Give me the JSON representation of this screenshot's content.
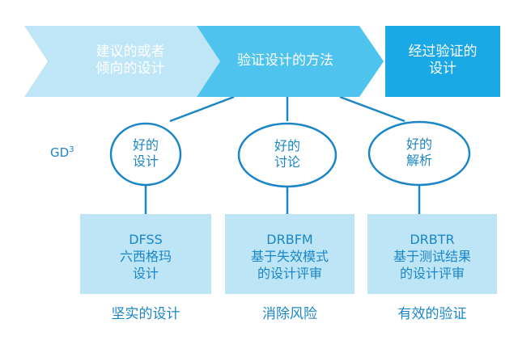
{
  "colors": {
    "chevron_light": "#bfe6f7",
    "chevron_mid": "#4ec3ee",
    "chevron_dark": "#1aa8e6",
    "box_fill": "#bde5f6",
    "accent": "#1a86c8"
  },
  "process": {
    "step1": {
      "line1": "建议的或者",
      "line2": "倾向的设计"
    },
    "step2": {
      "line1": "验证设计的方法"
    },
    "step3": {
      "line1": "经过验证的",
      "line2": "设计"
    }
  },
  "gd": {
    "label": "GD",
    "exponent": "3"
  },
  "ellipses": [
    {
      "line1": "好的",
      "line2": "设计"
    },
    {
      "line1": "好的",
      "line2": "讨论"
    },
    {
      "line1": "好的",
      "line2": "解析"
    }
  ],
  "boxes": [
    {
      "line1": "DFSS",
      "line2": "六西格玛",
      "line3": "设计"
    },
    {
      "line1": "DRBFM",
      "line2": "基于失效模式",
      "line3": "的设计评审"
    },
    {
      "line1": "DRBTR",
      "line2": "基于测试结果",
      "line3": "的设计评审"
    }
  ],
  "captions": [
    {
      "text": "坚实的设计"
    },
    {
      "text": "消除风险"
    },
    {
      "text": "有效的验证"
    }
  ]
}
